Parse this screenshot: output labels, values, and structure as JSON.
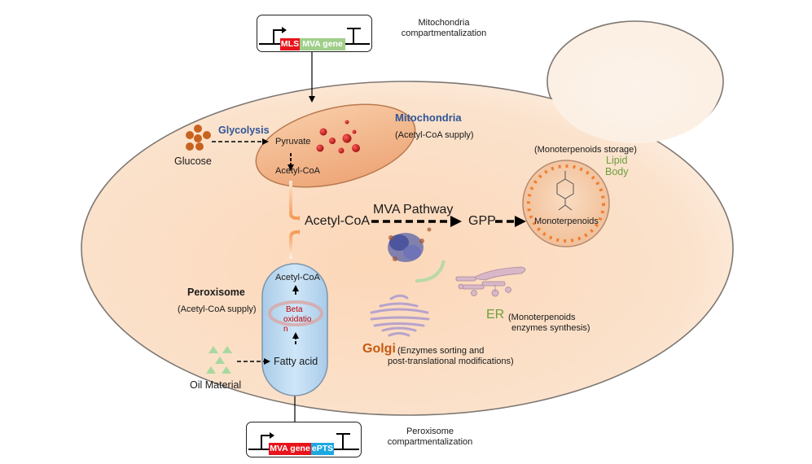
{
  "colors": {
    "cell_fill": "#fbd9bd",
    "cell_outline": "#8a8580",
    "bud_fill": "#fdf4ec",
    "mito_fill": "#f3b486",
    "mito_outline": "#b87a50",
    "peroxisome_fill": "#bcdcf3",
    "lipid_body_fill": "#f8d2b0",
    "lipid_body_dash": "#f07f30",
    "glucose_dot": "#c8631f",
    "mito_dot": "#b01818",
    "oil_triangle": "#a8d8a0",
    "mls_red": "#e8141c",
    "mva_gene_green": "#9fcf8a",
    "mva_gene_red": "#e8141c",
    "epts_blue": "#1ea8e0",
    "mito_title": "#2f5597",
    "glycolysis": "#2f5597",
    "lipid_body_label": "#6d9e3c",
    "er_label": "#6d9e3c",
    "golgi_label": "#c55a11",
    "beta_ox": "#c00000"
  },
  "top_construct": {
    "segments": [
      "MLS",
      "MVA gene"
    ],
    "caption_line1": "Mitochondria",
    "caption_line2": "compartmentalization"
  },
  "bottom_construct": {
    "segments": [
      "MVA gene",
      "ePTS"
    ],
    "caption_line1": "Peroxisome",
    "caption_line2": "compartmentalization"
  },
  "glucose": {
    "label": "Glucose",
    "pathway_label": "Glycolysis"
  },
  "mitochondria": {
    "title": "Mitochondria",
    "subtitle": "(Acetyl-CoA supply)",
    "pyruvate": "Pyruvate",
    "acetyl_coa": "Acetyl-CoA"
  },
  "central": {
    "acetyl_coa": "Acetyl-CoA",
    "pathway": "MVA Pathway",
    "gpp": "GPP"
  },
  "lipid_body": {
    "storage_note": "(Monoterpenoids storage)",
    "name_line1": "Lipid",
    "name_line2": "Body",
    "content": "Monoterpenoids"
  },
  "peroxisome": {
    "title": "Peroxisome",
    "subtitle": "(Acetyl-CoA supply)",
    "acetyl_coa": "Acetyl-CoA",
    "beta_line1": "Beta",
    "beta_line2": "oxidatio",
    "beta_line3": "n",
    "fatty_acid": "Fatty acid"
  },
  "oil": {
    "label": "Oil Material"
  },
  "er": {
    "name": "ER",
    "desc_line1": "(Monoterpenoids",
    "desc_line2": "enzymes synthesis)"
  },
  "golgi": {
    "name": "Golgi",
    "desc_line1": "(Enzymes sorting and",
    "desc_line2": "post-translational modifications)"
  }
}
